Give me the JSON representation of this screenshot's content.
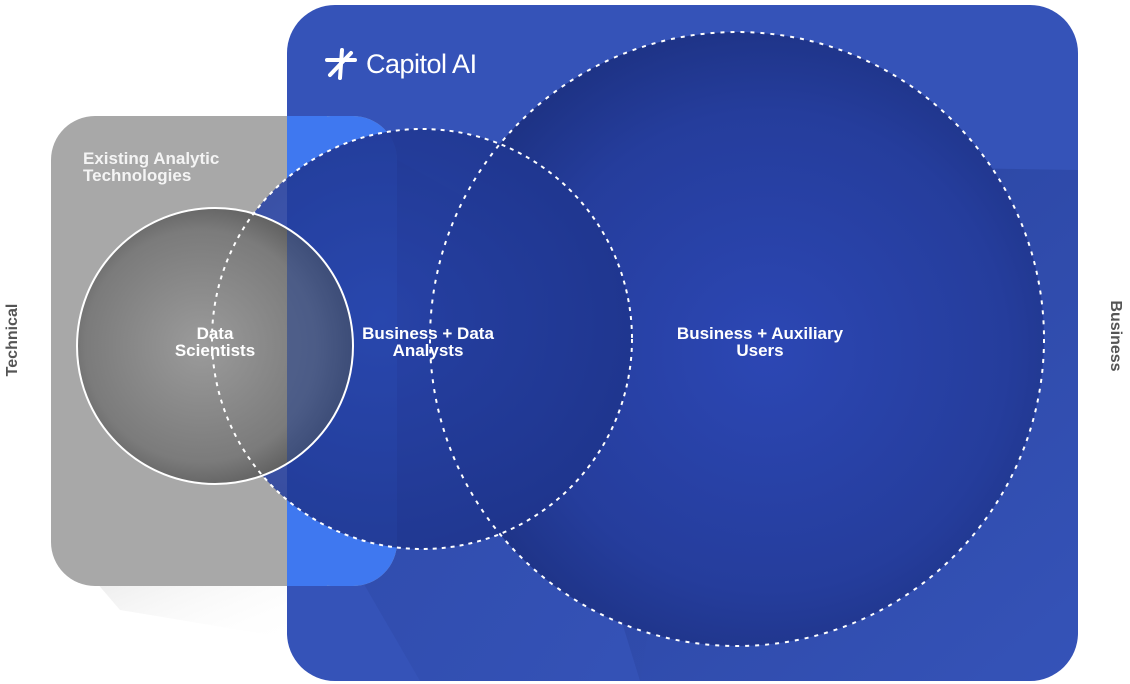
{
  "brand": {
    "name": "Capitol AI",
    "icon": "spark-star-icon"
  },
  "regions": {
    "legacy_tools": {
      "line1": "Existing Analytic",
      "line2": "Technologies"
    }
  },
  "circles": {
    "data_scientists": {
      "line1": "Data",
      "line2": "Scientists"
    },
    "business_data_analysts": {
      "line1": "Business + Data",
      "line2": "Analysts"
    },
    "business_auxiliary_users": {
      "line1": "Business + Auxiliary",
      "line2": "Users"
    }
  },
  "axis": {
    "left": "Technical",
    "right": "Business"
  },
  "colors": {
    "brand_blue": "#3553b8",
    "bright_blue": "#3f78f0",
    "deep_blue": "#1d3286",
    "legacy_gray": "#a8a8a8",
    "shadow_gray": "#e2e2e2",
    "white": "#ffffff"
  }
}
